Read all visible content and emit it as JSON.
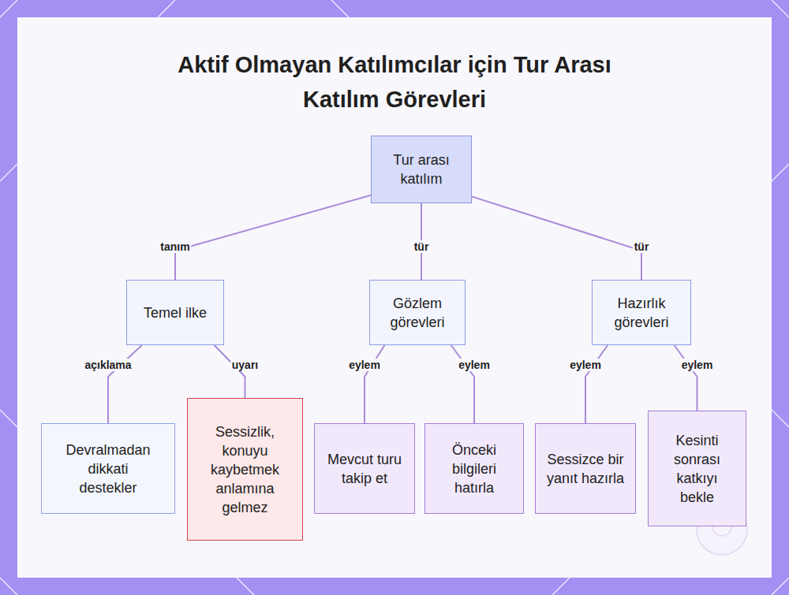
{
  "diagram": {
    "title": "Aktif Olmayan Katılımcılar için Tur Arası Katılım Görevleri",
    "nodes": [
      {
        "text": [
          "Tur arası katılım"
        ]
      },
      {
        "text": [
          "Temel ilke"
        ]
      },
      {
        "text": [
          "Gözlem görevleri"
        ]
      },
      {
        "text": [
          "Hazırlık görevleri"
        ]
      },
      {
        "text": [
          "Devralmadan dikkati destekler"
        ]
      },
      {
        "text": [
          "Sessizlik, konuyu kaybetmek anlamına gelmez"
        ]
      },
      {
        "text": [
          "Mevcut turu takip et"
        ]
      },
      {
        "text": [
          "Önceki bilgileri hatırla"
        ]
      },
      {
        "text": [
          "Sessizce bir yanıt hazırla"
        ]
      },
      {
        "text": [
          "Kesinti sonrası katkıyı bekle"
        ]
      }
    ],
    "edges": [
      {
        "from": 0,
        "to": 1,
        "label": "tanım",
        "arrow": "none"
      },
      {
        "from": 0,
        "to": 2,
        "label": "tür",
        "arrow": "none"
      },
      {
        "from": 0,
        "to": 3,
        "label": "tür",
        "arrow": "none"
      },
      {
        "from": 1,
        "to": 4,
        "label": "açıklama",
        "arrow": "none"
      },
      {
        "from": 1,
        "to": 5,
        "label": "uyarı",
        "arrow": "none"
      },
      {
        "from": 2,
        "to": 6,
        "label": "eylem",
        "arrow": "none"
      },
      {
        "from": 2,
        "to": 7,
        "label": "eylem",
        "arrow": "none"
      },
      {
        "from": 3,
        "to": 8,
        "label": "eylem",
        "arrow": "none"
      },
      {
        "from": 3,
        "to": 9,
        "label": "eylem",
        "arrow": "none"
      }
    ]
  }
}
